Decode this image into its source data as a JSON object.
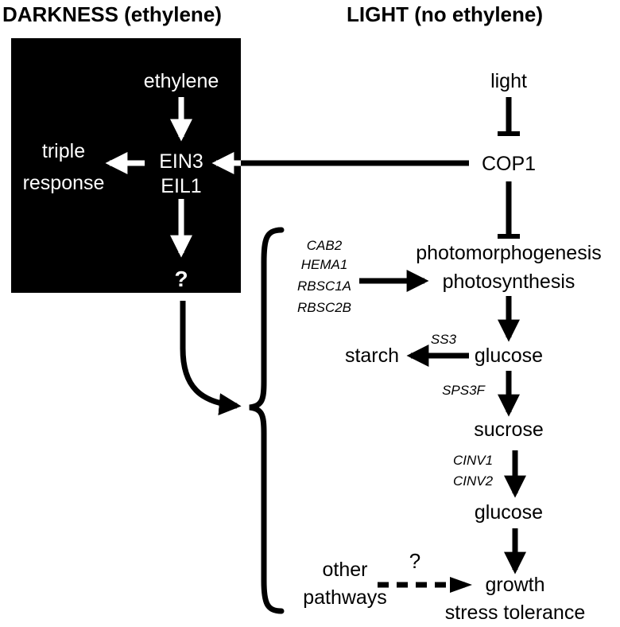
{
  "headers": {
    "darkness": "DARKNESS (ethylene)",
    "light": "LIGHT (no ethylene)"
  },
  "dark_box": {
    "ethylene": "ethylene",
    "ein3": "EIN3",
    "eil1": "EIL1",
    "triple": "triple",
    "response": "response",
    "question": "?"
  },
  "light_path": {
    "light": "light",
    "cop1": "COP1",
    "photomorphogenesis": "photomorphogenesis",
    "photosynthesis": "photosynthesis",
    "starch": "starch",
    "glucose1": "glucose",
    "sucrose": "sucrose",
    "glucose2": "glucose",
    "growth": "growth",
    "stress": "stress tolerance",
    "other1": "other",
    "other2": "pathways",
    "question": "?"
  },
  "genes": {
    "cab2": "CAB2",
    "hema1": "HEMA1",
    "rbsc1a": "RBSC1A",
    "rbsc2b": "RBSC2B",
    "ss3": "SS3",
    "sps3f": "SPS3F",
    "cinv1": "CINV1",
    "cinv2": "CINV2"
  },
  "colors": {
    "box": "#000000",
    "box_text": "#ffffff",
    "line": "#000000"
  }
}
